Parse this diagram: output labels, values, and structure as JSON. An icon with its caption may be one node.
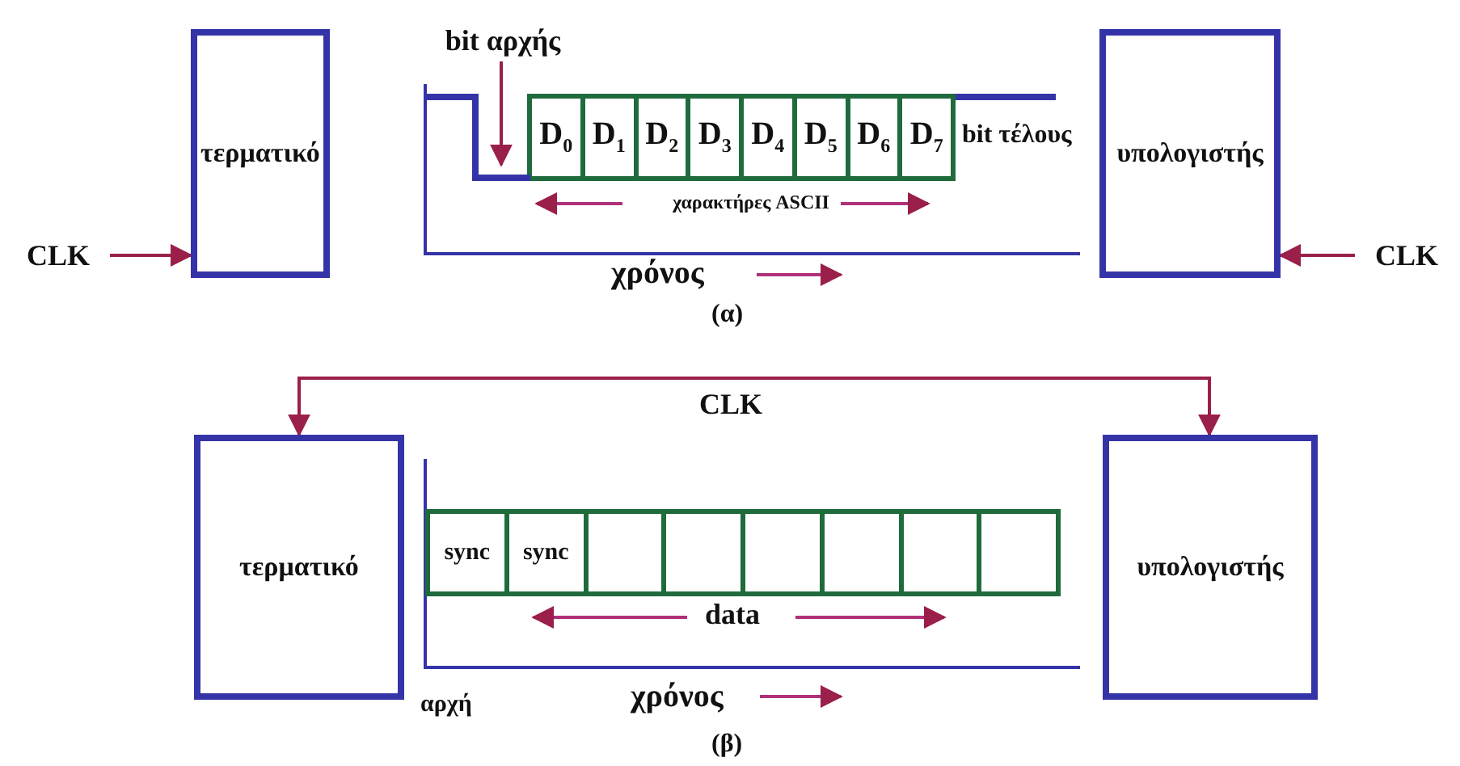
{
  "diagram": {
    "nodes": [
      {
        "text": [
          "τερματικό"
        ]
      },
      {
        "text": [
          "υπολογιστής"
        ]
      },
      {
        "text": [
          "CLK"
        ]
      },
      {
        "text": [
          "CLK"
        ]
      },
      {
        "text": [
          "bit αρχής"
        ]
      },
      {
        "text": [
          "D$_{0}$"
        ]
      },
      {
        "text": [
          "D$_{1}$"
        ]
      },
      {
        "text": [
          "D$_{2}$"
        ]
      },
      {
        "text": [
          "D$_{3}$"
        ]
      },
      {
        "text": [
          "D$_{4}$"
        ]
      },
      {
        "text": [
          "D$_{5}$"
        ]
      },
      {
        "text": [
          "D$_{6}$"
        ]
      },
      {
        "text": [
          "D$_{7}$"
        ]
      },
      {
        "text": [
          "τερματικό"
        ]
      },
      {
        "text": [
          "υπολογιστής"
        ]
      },
      {
        "text": [
          "sync"
        ]
      },
      {
        "text": [
          "sync"
        ]
      },
      {
        "text": [],
        "shape": "box"
      },
      {
        "text": [],
        "shape": "box"
      },
      {
        "text": [],
        "shape": "box"
      },
      {
        "text": [],
        "shape": "box"
      },
      {
        "text": [],
        "shape": "box"
      },
      {
        "text": [],
        "shape": "box"
      },
      {
        "text": [],
        "shape": "bar"
      }
    ],
    "edges": [
      {
        "from": 2,
        "to": 0,
        "arrow": "to"
      },
      {
        "from": 3,
        "to": 1,
        "arrow": "to"
      },
      {
        "from": 13,
        "to": 14,
        "arrow": "both",
        "label": "CLK"
      },
      {
        "from": 4,
        "to": 23,
        "arrow": "to"
      }
    ],
    "labels": [
      "bit τέλους",
      "χαρακτήρες ASCII",
      "χρόνος",
      "(α)",
      "data",
      "αρχή",
      "χρόνος",
      "(β)"
    ]
  }
}
